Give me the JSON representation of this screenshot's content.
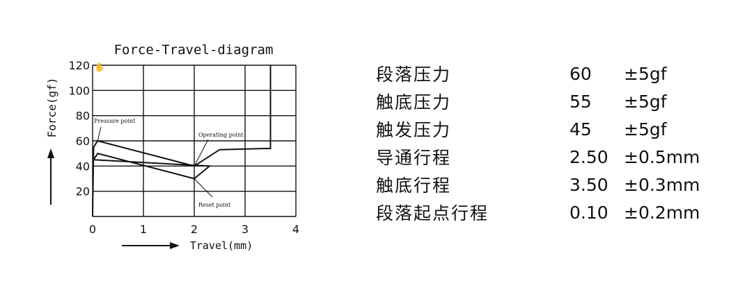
{
  "chart_data": {
    "type": "line",
    "title": "Force-Travel-diagram",
    "xlabel": "Travel(mm)",
    "ylabel": "Force(gf)",
    "xlim": [
      0,
      4
    ],
    "ylim": [
      0,
      120
    ],
    "x_ticks": [
      "0",
      "1",
      "2",
      "3",
      "4"
    ],
    "y_ticks": [
      "20",
      "40",
      "60",
      "80",
      "100",
      "120"
    ],
    "grid": true,
    "series": [
      {
        "x": [
          0,
          0.02,
          0.1,
          2.0,
          2.5,
          3.5,
          3.5
        ],
        "y": [
          0,
          55,
          60,
          40,
          53,
          54,
          120
        ]
      },
      {
        "x": [
          0.02,
          0.1,
          2.0,
          2.3,
          0.02
        ],
        "y": [
          45,
          50,
          30,
          40,
          45
        ]
      }
    ],
    "annotations": [
      {
        "text": "Pressure point",
        "x": 0.1,
        "y": 60
      },
      {
        "text": "Operating point",
        "x": 2.0,
        "y": 40
      },
      {
        "text": "Reset point",
        "x": 2.0,
        "y": 30
      }
    ]
  },
  "specs": [
    {
      "name": "段落压力",
      "value": "60",
      "tolerance": "±5gf"
    },
    {
      "name": "触底压力",
      "value": "55",
      "tolerance": "±5gf"
    },
    {
      "name": "触发压力",
      "value": "45",
      "tolerance": "±5gf"
    },
    {
      "name": "导通行程",
      "value": "2.50",
      "tolerance": "±0.5mm"
    },
    {
      "name": "触底行程",
      "value": "3.50",
      "tolerance": "±0.3mm"
    },
    {
      "name": "段落起点行程",
      "value": "0.10",
      "tolerance": "±0.2mm"
    }
  ]
}
